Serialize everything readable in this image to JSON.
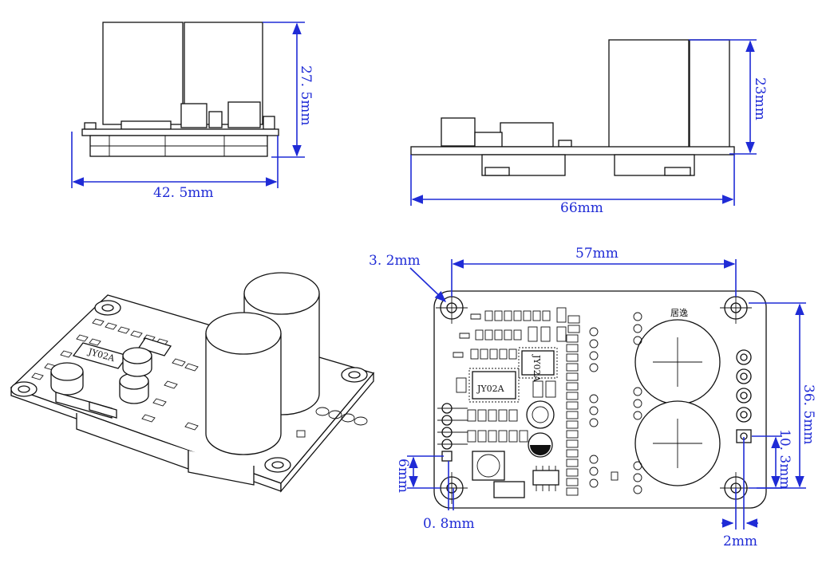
{
  "dimensions": {
    "side_width": "42. 5mm",
    "side_height": "27. 5mm",
    "front_length": "66mm",
    "front_height": "23mm",
    "top_hole_spacing_x": "57mm",
    "top_hole_diameter": "3. 2mm",
    "top_hole_spacing_y": "36. 5mm",
    "top_pin_offset": "10. 3mm",
    "top_pin_pitch": "2mm",
    "left_pin_offset": "6mm",
    "left_pin_margin": "0. 8mm"
  },
  "chip_markings": {
    "main_chip": "JY02A",
    "iso_main_chip": "JY02A",
    "top_label": "居逸"
  },
  "colors": {
    "dimension": "#1f2bd6",
    "ink": "#111111",
    "background": "#ffffff"
  }
}
